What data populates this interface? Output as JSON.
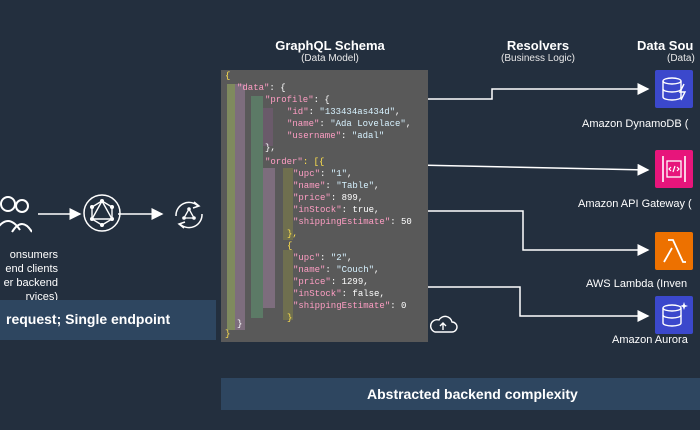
{
  "headers": {
    "schema_title": "GraphQL Schema",
    "schema_sub": "(Data Model)",
    "resolvers_title": "Resolvers",
    "resolvers_sub": "(Business Logic)",
    "sources_title": "Data Sou",
    "sources_sub": "(Data)"
  },
  "consumers": {
    "line1": "onsumers",
    "line2": "end clients",
    "line3": "er backend",
    "line4": "rvices)"
  },
  "banners": {
    "left": "request; Single endpoint",
    "bottom": "Abstracted backend complexity"
  },
  "sources": [
    {
      "label": "Amazon DynamoDB (",
      "icon": "dynamodb-icon",
      "color": "#3b48cc"
    },
    {
      "label": "Amazon API Gateway (",
      "icon": "api-gateway-icon",
      "color": "#e7157b"
    },
    {
      "label": "AWS Lambda (Inven",
      "icon": "lambda-icon",
      "color": "#ed7100"
    },
    {
      "label": "Amazon Aurora",
      "icon": "aurora-icon",
      "color": "#3b48cc"
    }
  ],
  "code": {
    "l1": "{",
    "l2a": "\"data\"",
    "l2b": ": {",
    "l3a": "\"profile\"",
    "l3b": ": {",
    "l4a": "\"id\"",
    "l4b": ": ",
    "l4c": "\"133434as434d\"",
    "l4d": ",",
    "l5a": "\"name\"",
    "l5b": ": ",
    "l5c": "\"Ada Lovelace\"",
    "l5d": ",",
    "l6a": "\"username\"",
    "l6b": ": ",
    "l6c": "\"adal\"",
    "l7": "},",
    "l8a": "\"order\"",
    "l8b": ": [{",
    "l9a": "\"upc\"",
    "l9b": ": ",
    "l9c": "\"1\"",
    "l9d": ",",
    "l10a": "\"name\"",
    "l10b": ": ",
    "l10c": "\"Table\"",
    "l10d": ",",
    "l11a": "\"price\"",
    "l11b": ": ",
    "l11c": "899",
    "l11d": ",",
    "l12a": "\"inStock\"",
    "l12b": ": ",
    "l12c": "true",
    "l12d": ",",
    "l13a": "\"shippingEstimate\"",
    "l13b": ": ",
    "l13c": "50",
    "l14": "},",
    "l15": "{",
    "l16a": "\"upc\"",
    "l16b": ": ",
    "l16c": "\"2\"",
    "l16d": ",",
    "l17a": "\"name\"",
    "l17b": ": ",
    "l17c": "\"Couch\"",
    "l17d": ",",
    "l18a": "\"price\"",
    "l18b": ": ",
    "l18c": "1299",
    "l18d": ",",
    "l19a": "\"inStock\"",
    "l19b": ": ",
    "l19c": "false",
    "l19d": ",",
    "l20a": "\"shippingEstimate\"",
    "l20b": ": ",
    "l20c": "0",
    "l21": "}",
    "l22": "]",
    "l23": "}",
    "l24": "}"
  }
}
